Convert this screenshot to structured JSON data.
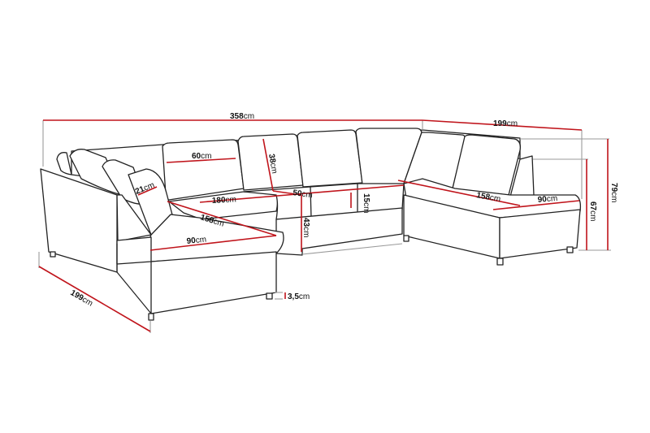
{
  "diagram": {
    "subject": "U-shaped corner sofa dimension drawing",
    "unit": "cm",
    "colors": {
      "dimension_line": "#c0141b",
      "outline": "#222222",
      "extension_line": "#9a9a9a",
      "background": "#ffffff"
    },
    "dimensions": {
      "total_width": {
        "value": "358",
        "unit": "cm"
      },
      "right_depth": {
        "value": "199",
        "unit": "cm"
      },
      "left_depth": {
        "value": "199",
        "unit": "cm"
      },
      "total_height": {
        "value": "79",
        "unit": "cm"
      },
      "armrest_height": {
        "value": "67",
        "unit": "cm"
      },
      "seat_height": {
        "value": "43",
        "unit": "cm"
      },
      "leg_height": {
        "value": "3,5",
        "unit": "cm"
      },
      "backrest_height": {
        "value": "38",
        "unit": "cm"
      },
      "cushion_width": {
        "value": "60",
        "unit": "cm"
      },
      "armrest_width": {
        "value": "21",
        "unit": "cm"
      },
      "middle_seat_width": {
        "value": "180",
        "unit": "cm"
      },
      "seat_depth": {
        "value": "50",
        "unit": "cm"
      },
      "seat_cushion_thickness": {
        "value": "15",
        "unit": "cm"
      },
      "left_chaise_length": {
        "value": "158",
        "unit": "cm"
      },
      "left_chaise_width": {
        "value": "90",
        "unit": "cm"
      },
      "right_chaise_length": {
        "value": "158",
        "unit": "cm"
      },
      "right_chaise_width": {
        "value": "90",
        "unit": "cm"
      }
    }
  }
}
